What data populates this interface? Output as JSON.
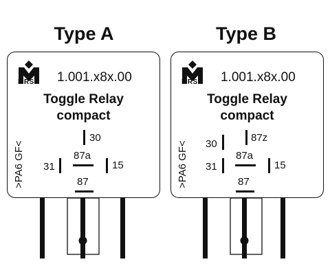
{
  "relays": [
    {
      "title": "Type A",
      "logo_text": "MRS",
      "part_number": "1.001.x8x.00",
      "name_line1": "Toggle Relay",
      "name_line2": "compact",
      "material": ">PA6 GF<",
      "pins": {
        "p30": "30",
        "p31": "31",
        "p87a": "87a",
        "p15": "15",
        "p87": "87"
      }
    },
    {
      "title": "Type B",
      "logo_text": "MRS",
      "part_number": "1.001.x8x.00",
      "name_line1": "Toggle Relay",
      "name_line2": "compact",
      "material": ">PA6 GF<",
      "pins": {
        "p30": "30",
        "p87z": "87z",
        "p31": "31",
        "p87a": "87a",
        "p15": "15",
        "p87": "87"
      }
    }
  ],
  "colors": {
    "ink": "#111111",
    "background": "#ffffff"
  }
}
